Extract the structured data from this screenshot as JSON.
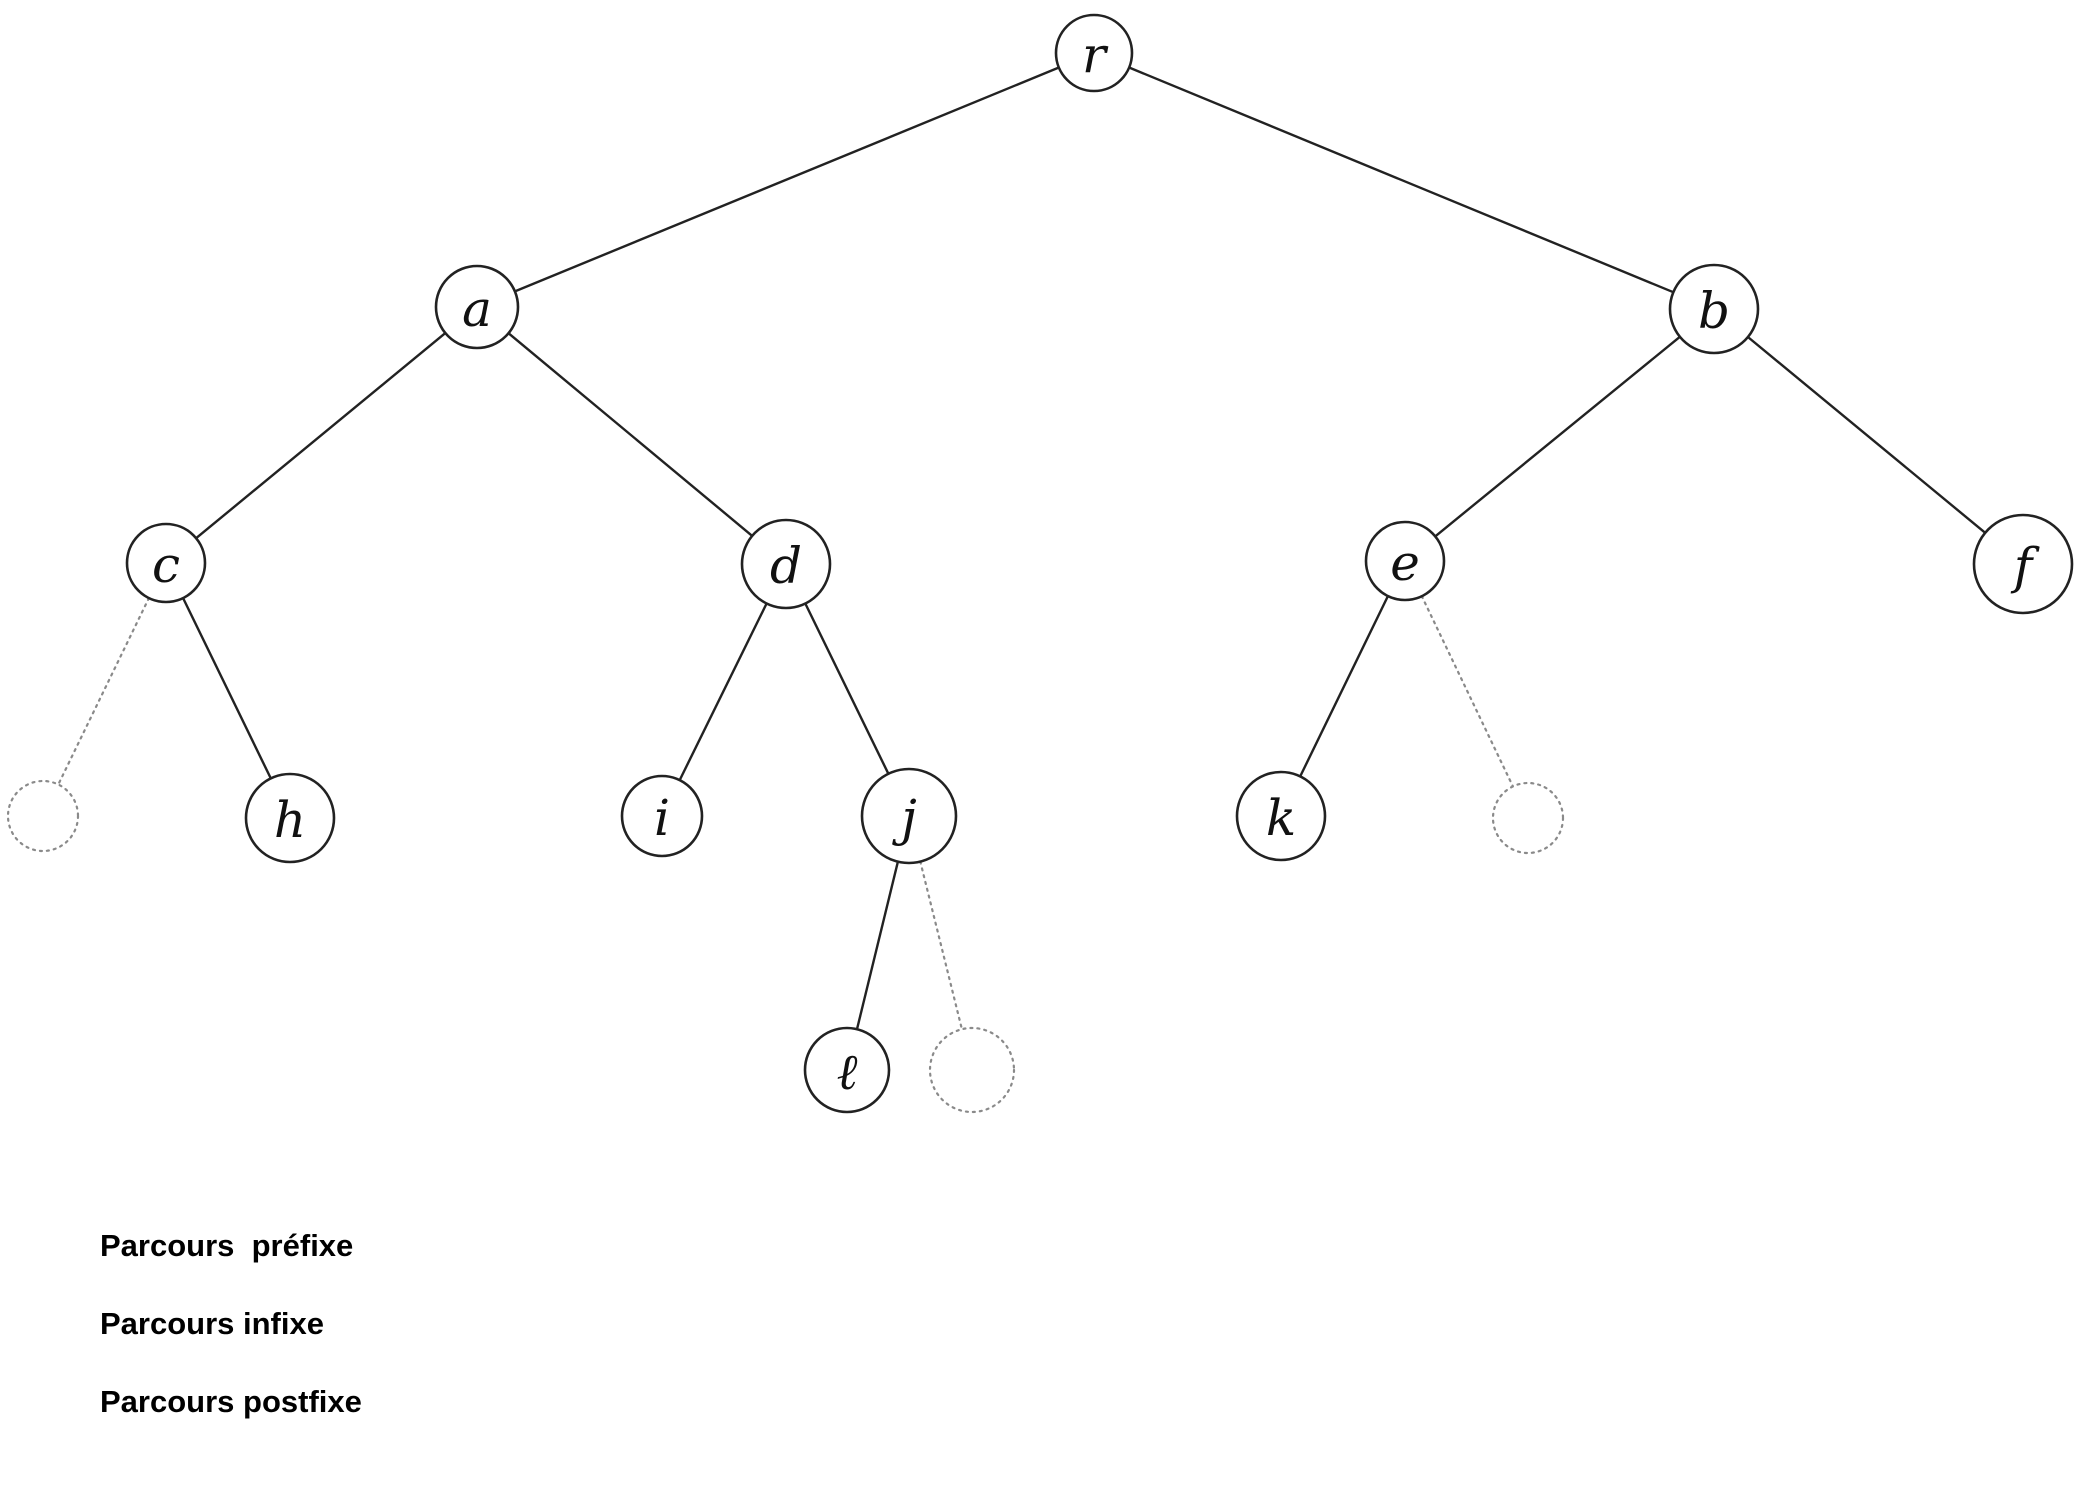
{
  "tree": {
    "nodes": [
      {
        "id": "r",
        "label": "r"
      },
      {
        "id": "a",
        "label": "a"
      },
      {
        "id": "b",
        "label": "b"
      },
      {
        "id": "c",
        "label": "c"
      },
      {
        "id": "d",
        "label": "d"
      },
      {
        "id": "e",
        "label": "e"
      },
      {
        "id": "f",
        "label": "f"
      },
      {
        "id": "h",
        "label": "h"
      },
      {
        "id": "i",
        "label": "i"
      },
      {
        "id": "j",
        "label": "j"
      },
      {
        "id": "k",
        "label": "k"
      },
      {
        "id": "l",
        "label": "ℓ"
      },
      {
        "id": "null-c",
        "label": ""
      },
      {
        "id": "null-e",
        "label": ""
      },
      {
        "id": "null-j",
        "label": ""
      }
    ],
    "edges": [
      {
        "from": "r",
        "to": "a",
        "style": "solid"
      },
      {
        "from": "r",
        "to": "b",
        "style": "solid"
      },
      {
        "from": "a",
        "to": "c",
        "style": "solid"
      },
      {
        "from": "a",
        "to": "d",
        "style": "solid"
      },
      {
        "from": "b",
        "to": "e",
        "style": "solid"
      },
      {
        "from": "b",
        "to": "f",
        "style": "solid"
      },
      {
        "from": "c",
        "to": "null-c",
        "style": "dotted"
      },
      {
        "from": "c",
        "to": "h",
        "style": "solid"
      },
      {
        "from": "d",
        "to": "i",
        "style": "solid"
      },
      {
        "from": "d",
        "to": "j",
        "style": "solid"
      },
      {
        "from": "e",
        "to": "k",
        "style": "solid"
      },
      {
        "from": "e",
        "to": "null-e",
        "style": "dotted"
      },
      {
        "from": "j",
        "to": "l",
        "style": "solid"
      },
      {
        "from": "j",
        "to": "null-j",
        "style": "dotted"
      }
    ],
    "colors": {
      "stroke": "#222222",
      "null_stroke": "#8a8a8a",
      "label": "#111111"
    }
  },
  "traversals": {
    "prefix_label": "Parcours  préfixe",
    "infix_label": "Parcours infixe",
    "postfix_label": "Parcours postfixe"
  }
}
